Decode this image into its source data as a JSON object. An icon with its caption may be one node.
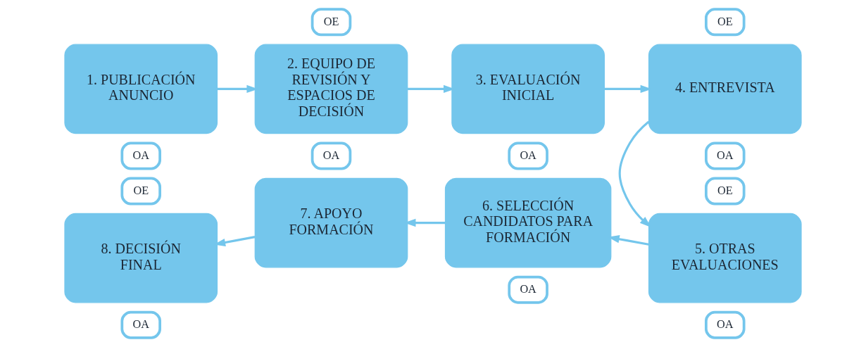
{
  "diagram": {
    "nodes": [
      {
        "text": [
          "1. PUBLICACIÓN ANUNCIO"
        ]
      },
      {
        "text": [
          "OA"
        ]
      },
      {
        "text": [
          "OE"
        ]
      },
      {
        "text": [
          "2. EQUIPO DE REVISIÓN Y ESPACIOS DE DECISIÓN"
        ]
      },
      {
        "text": [
          "OA"
        ]
      },
      {
        "text": [
          "3. EVALUACIÓN INICIAL"
        ]
      },
      {
        "text": [
          "OA"
        ]
      },
      {
        "text": [
          "OE"
        ]
      },
      {
        "text": [
          "4. ENTREVISTA"
        ]
      },
      {
        "text": [
          "OA"
        ]
      },
      {
        "text": [
          "OE"
        ]
      },
      {
        "text": [
          "8. DECISIÓN FINAL"
        ]
      },
      {
        "text": [
          "OA"
        ]
      },
      {
        "text": [
          "7. APOYO FORMACIÓN"
        ]
      },
      {
        "text": [
          "6. SELECCIÓN CANDIDATOS PARA FORMACIÓN"
        ]
      },
      {
        "text": [
          "OA"
        ]
      },
      {
        "text": [
          "OE"
        ]
      },
      {
        "text": [
          "5. OTRAS EVALUACIONES"
        ]
      },
      {
        "text": [
          "OA"
        ]
      }
    ],
    "edges": [
      {
        "from": 0,
        "to": 3,
        "arrow": "to"
      },
      {
        "from": 3,
        "to": 5,
        "arrow": "to"
      },
      {
        "from": 5,
        "to": 8,
        "arrow": "to"
      },
      {
        "from": 8,
        "to": 17,
        "arrow": "to"
      },
      {
        "from": 17,
        "to": 14,
        "arrow": "to"
      },
      {
        "from": 14,
        "to": 13,
        "arrow": "to"
      },
      {
        "from": 13,
        "to": 11,
        "arrow": "to"
      }
    ]
  }
}
